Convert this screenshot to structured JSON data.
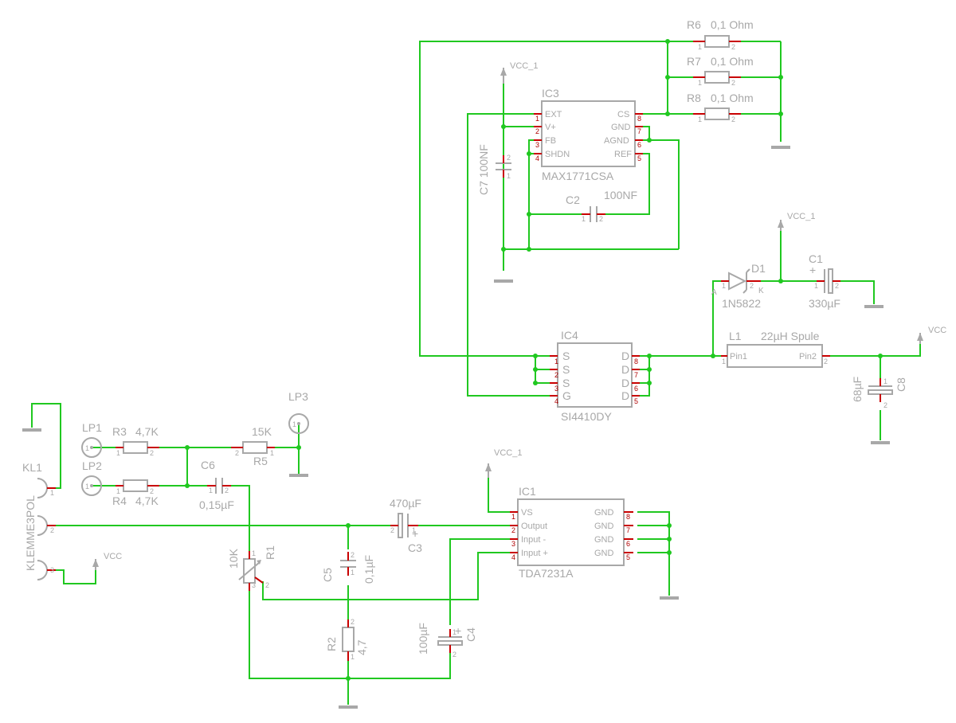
{
  "power": {
    "vcc1": "VCC_1",
    "vcc": "VCC"
  },
  "components": {
    "R6": {
      "name": "R6",
      "value": "0,1 Ohm"
    },
    "R7": {
      "name": "R7",
      "value": "0,1 Ohm"
    },
    "R8": {
      "name": "R8",
      "value": "0,1 Ohm"
    },
    "IC3": {
      "name": "IC3",
      "part": "MAX1771CSA",
      "left_pins": [
        {
          "num": "1",
          "label": "EXT"
        },
        {
          "num": "2",
          "label": "V+"
        },
        {
          "num": "3",
          "label": "FB"
        },
        {
          "num": "4",
          "label": "SHDN"
        }
      ],
      "right_pins": [
        {
          "num": "8",
          "label": "CS"
        },
        {
          "num": "7",
          "label": "GND"
        },
        {
          "num": "6",
          "label": "AGND"
        },
        {
          "num": "5",
          "label": "REF"
        }
      ]
    },
    "C7": {
      "label": "C7 100NF"
    },
    "C2": {
      "name": "C2",
      "value": "100NF"
    },
    "D1": {
      "name": "D1",
      "part": "1N5822",
      "anode": "A",
      "cathode": "K"
    },
    "C1": {
      "name": "C1",
      "value": "330µF",
      "plus": "+"
    },
    "IC4": {
      "name": "IC4",
      "part": "SI4410DY",
      "left_pins": [
        {
          "num": "1",
          "label": "S"
        },
        {
          "num": "2",
          "label": "S"
        },
        {
          "num": "3",
          "label": "S"
        },
        {
          "num": "4",
          "label": "G"
        }
      ],
      "right_pins": [
        {
          "num": "8",
          "label": "D"
        },
        {
          "num": "7",
          "label": "D"
        },
        {
          "num": "6",
          "label": "D"
        },
        {
          "num": "5",
          "label": "D"
        }
      ]
    },
    "L1": {
      "name": "L1",
      "value": "22µH Spule",
      "pin1": "Pin1",
      "pin2": "Pin2"
    },
    "C8": {
      "name": "C8",
      "value": "68µF"
    },
    "LP1": {
      "name": "LP1"
    },
    "LP2": {
      "name": "LP2"
    },
    "LP3": {
      "name": "LP3"
    },
    "R3": {
      "name": "R3",
      "value": "4,7K"
    },
    "R4": {
      "name": "R4",
      "value": "4,7K"
    },
    "R5": {
      "name": "R5",
      "value": "15K"
    },
    "C6": {
      "name": "C6",
      "value": "0,15µF"
    },
    "KL1": {
      "name": "KL1",
      "part": "KLEMME3POL"
    },
    "R1": {
      "name": "R1",
      "value": "10K"
    },
    "C5": {
      "name": "C5",
      "value": "0,1µF"
    },
    "C3": {
      "name": "C3",
      "value": "470µF"
    },
    "R2": {
      "name": "R2",
      "value": "4,7"
    },
    "C4": {
      "name": "C4",
      "value": "100µF"
    },
    "IC1": {
      "name": "IC1",
      "part": "TDA7231A",
      "left_pins": [
        {
          "num": "1",
          "label": "VS"
        },
        {
          "num": "2",
          "label": "Output"
        },
        {
          "num": "3",
          "label": "Input -"
        },
        {
          "num": "4",
          "label": "Input +"
        }
      ],
      "right_pins": [
        {
          "num": "8",
          "label": "GND"
        },
        {
          "num": "7",
          "label": "GND"
        },
        {
          "num": "6",
          "label": "GND"
        },
        {
          "num": "5",
          "label": "GND"
        }
      ]
    }
  },
  "pin_numbers": {
    "p1": "1",
    "p2": "2",
    "p3": "3",
    "plus": "+"
  }
}
